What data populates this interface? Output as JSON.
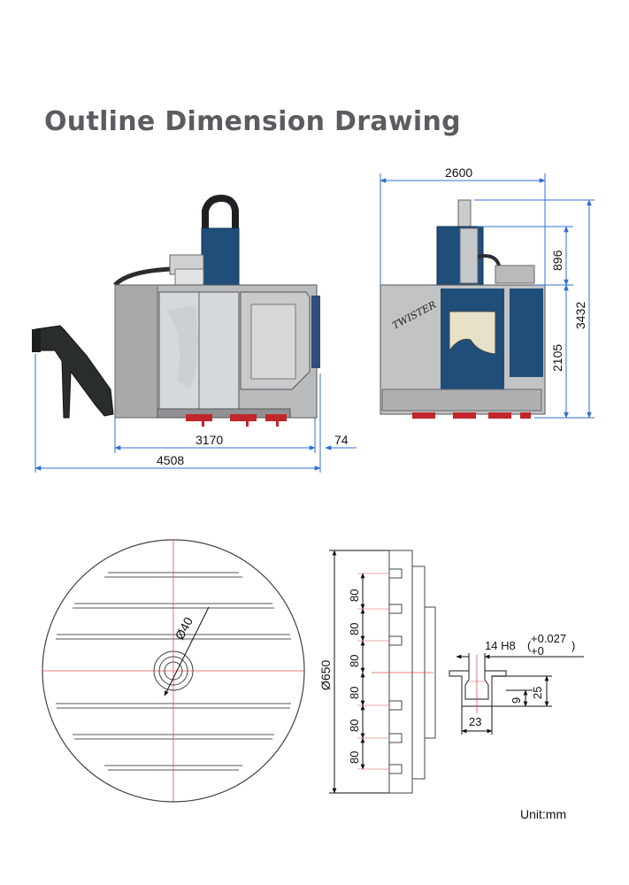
{
  "page": {
    "title": "Outline Dimension Drawing",
    "unit": "Unit:mm"
  },
  "front_view": {
    "dim_machine_length": "3170",
    "dim_overhang": "74",
    "dim_total_length": "4508"
  },
  "side_view": {
    "dim_width": "2600",
    "dim_top_section": "896",
    "dim_body_height": "2105",
    "dim_total_height": "3432",
    "brand_text": "TWISTER"
  },
  "table": {
    "bore_diameter": "Ø40",
    "table_diameter": "Ø650",
    "slot_pitches": [
      "80",
      "80",
      "80",
      "80",
      "80",
      "80"
    ]
  },
  "t_slot": {
    "slot_width": "14 H8",
    "tol_upper": "+0.027",
    "tol_lower": "+0",
    "dim_depth": "25",
    "dim_neck": "9",
    "dim_bottom_width": "23"
  },
  "colors": {
    "dimension_line": "#2f6fd6",
    "machine_blue": "#1f4e79",
    "machine_gray": "#b9bbbd",
    "center_line": "#e05050",
    "title_gray": "#5a5c60"
  }
}
